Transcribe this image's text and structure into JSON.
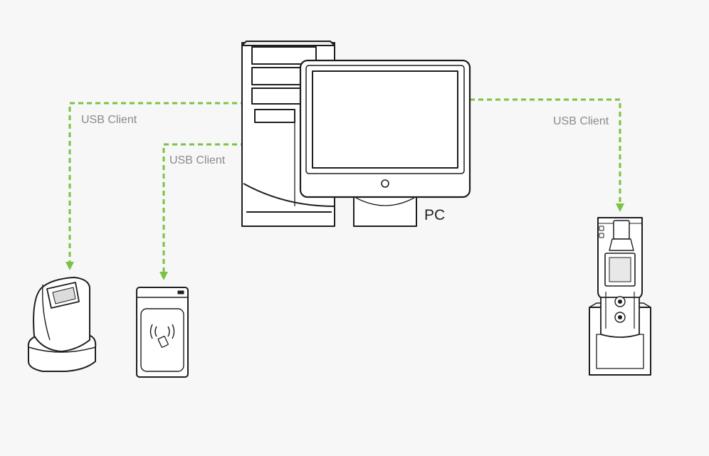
{
  "labels": {
    "pc": "PC",
    "link_fingerprint_reader": "USB Client",
    "link_card_reader": "USB Client",
    "link_handheld_terminal": "USB Client"
  },
  "colors": {
    "connector": "#7cc242",
    "outline": "#1e1e1e",
    "fill": "#ffffff",
    "label": "#8a8a8a"
  }
}
